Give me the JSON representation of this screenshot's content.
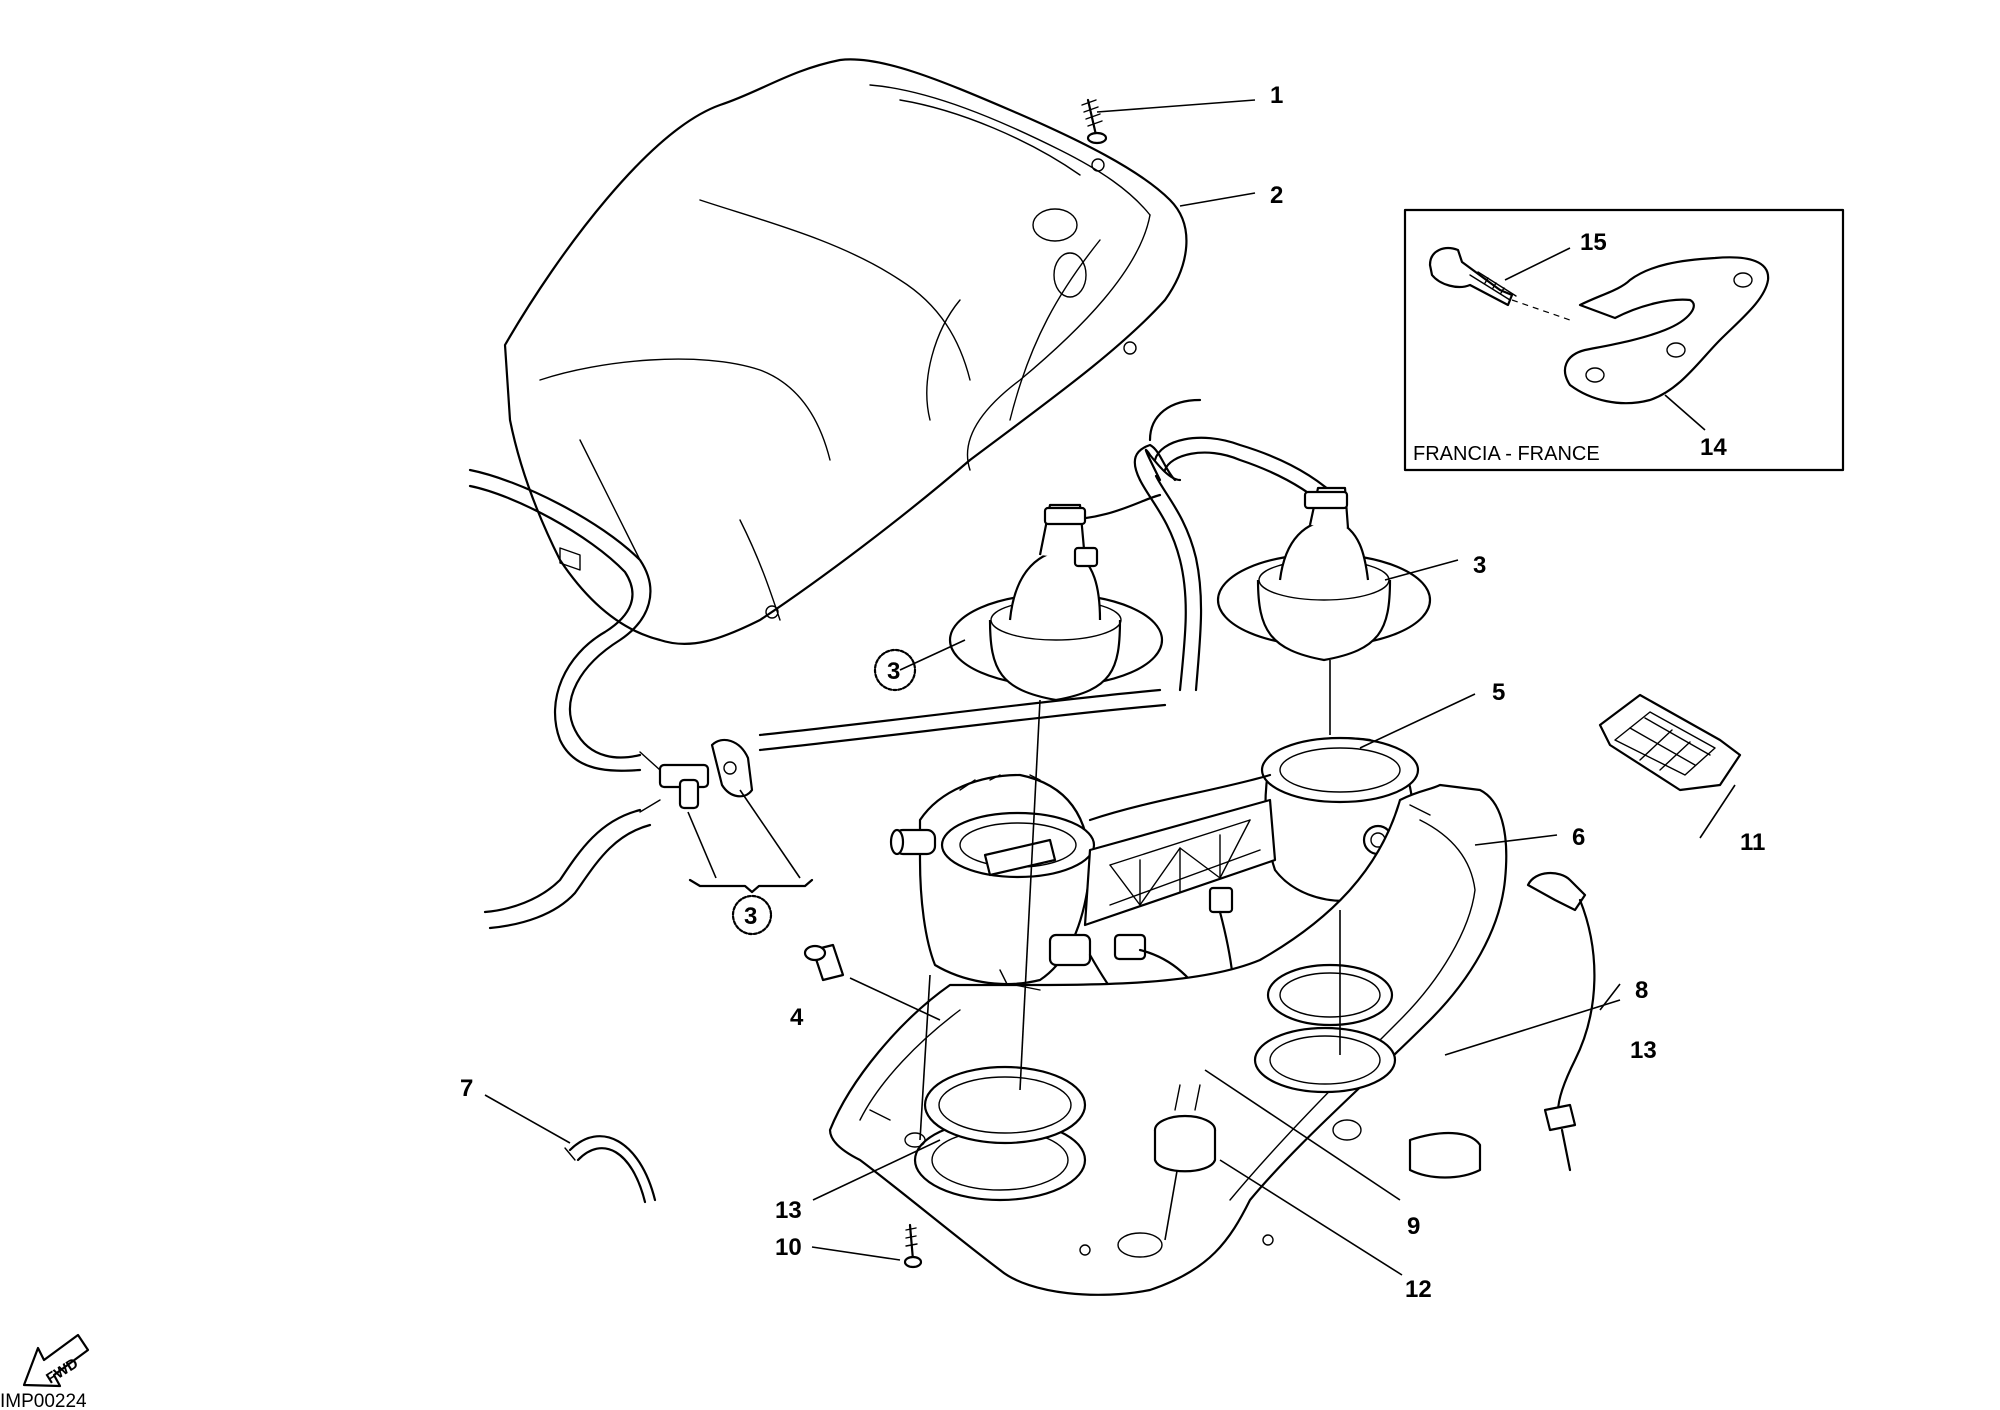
{
  "callouts": {
    "c1": "1",
    "c2": "2",
    "c3a": "3",
    "c3b": "3",
    "c3c": "3",
    "c4": "4",
    "c5": "5",
    "c6": "6",
    "c7": "7",
    "c8": "8",
    "c9": "9",
    "c10": "10",
    "c11": "11",
    "c12": "12",
    "c13a": "13",
    "c13b": "13",
    "c14": "14",
    "c15": "15"
  },
  "inset": {
    "label": "FRANCIA - FRANCE"
  },
  "fwd_arrow": {
    "label": "FWD"
  },
  "image_code": "IMP00224"
}
